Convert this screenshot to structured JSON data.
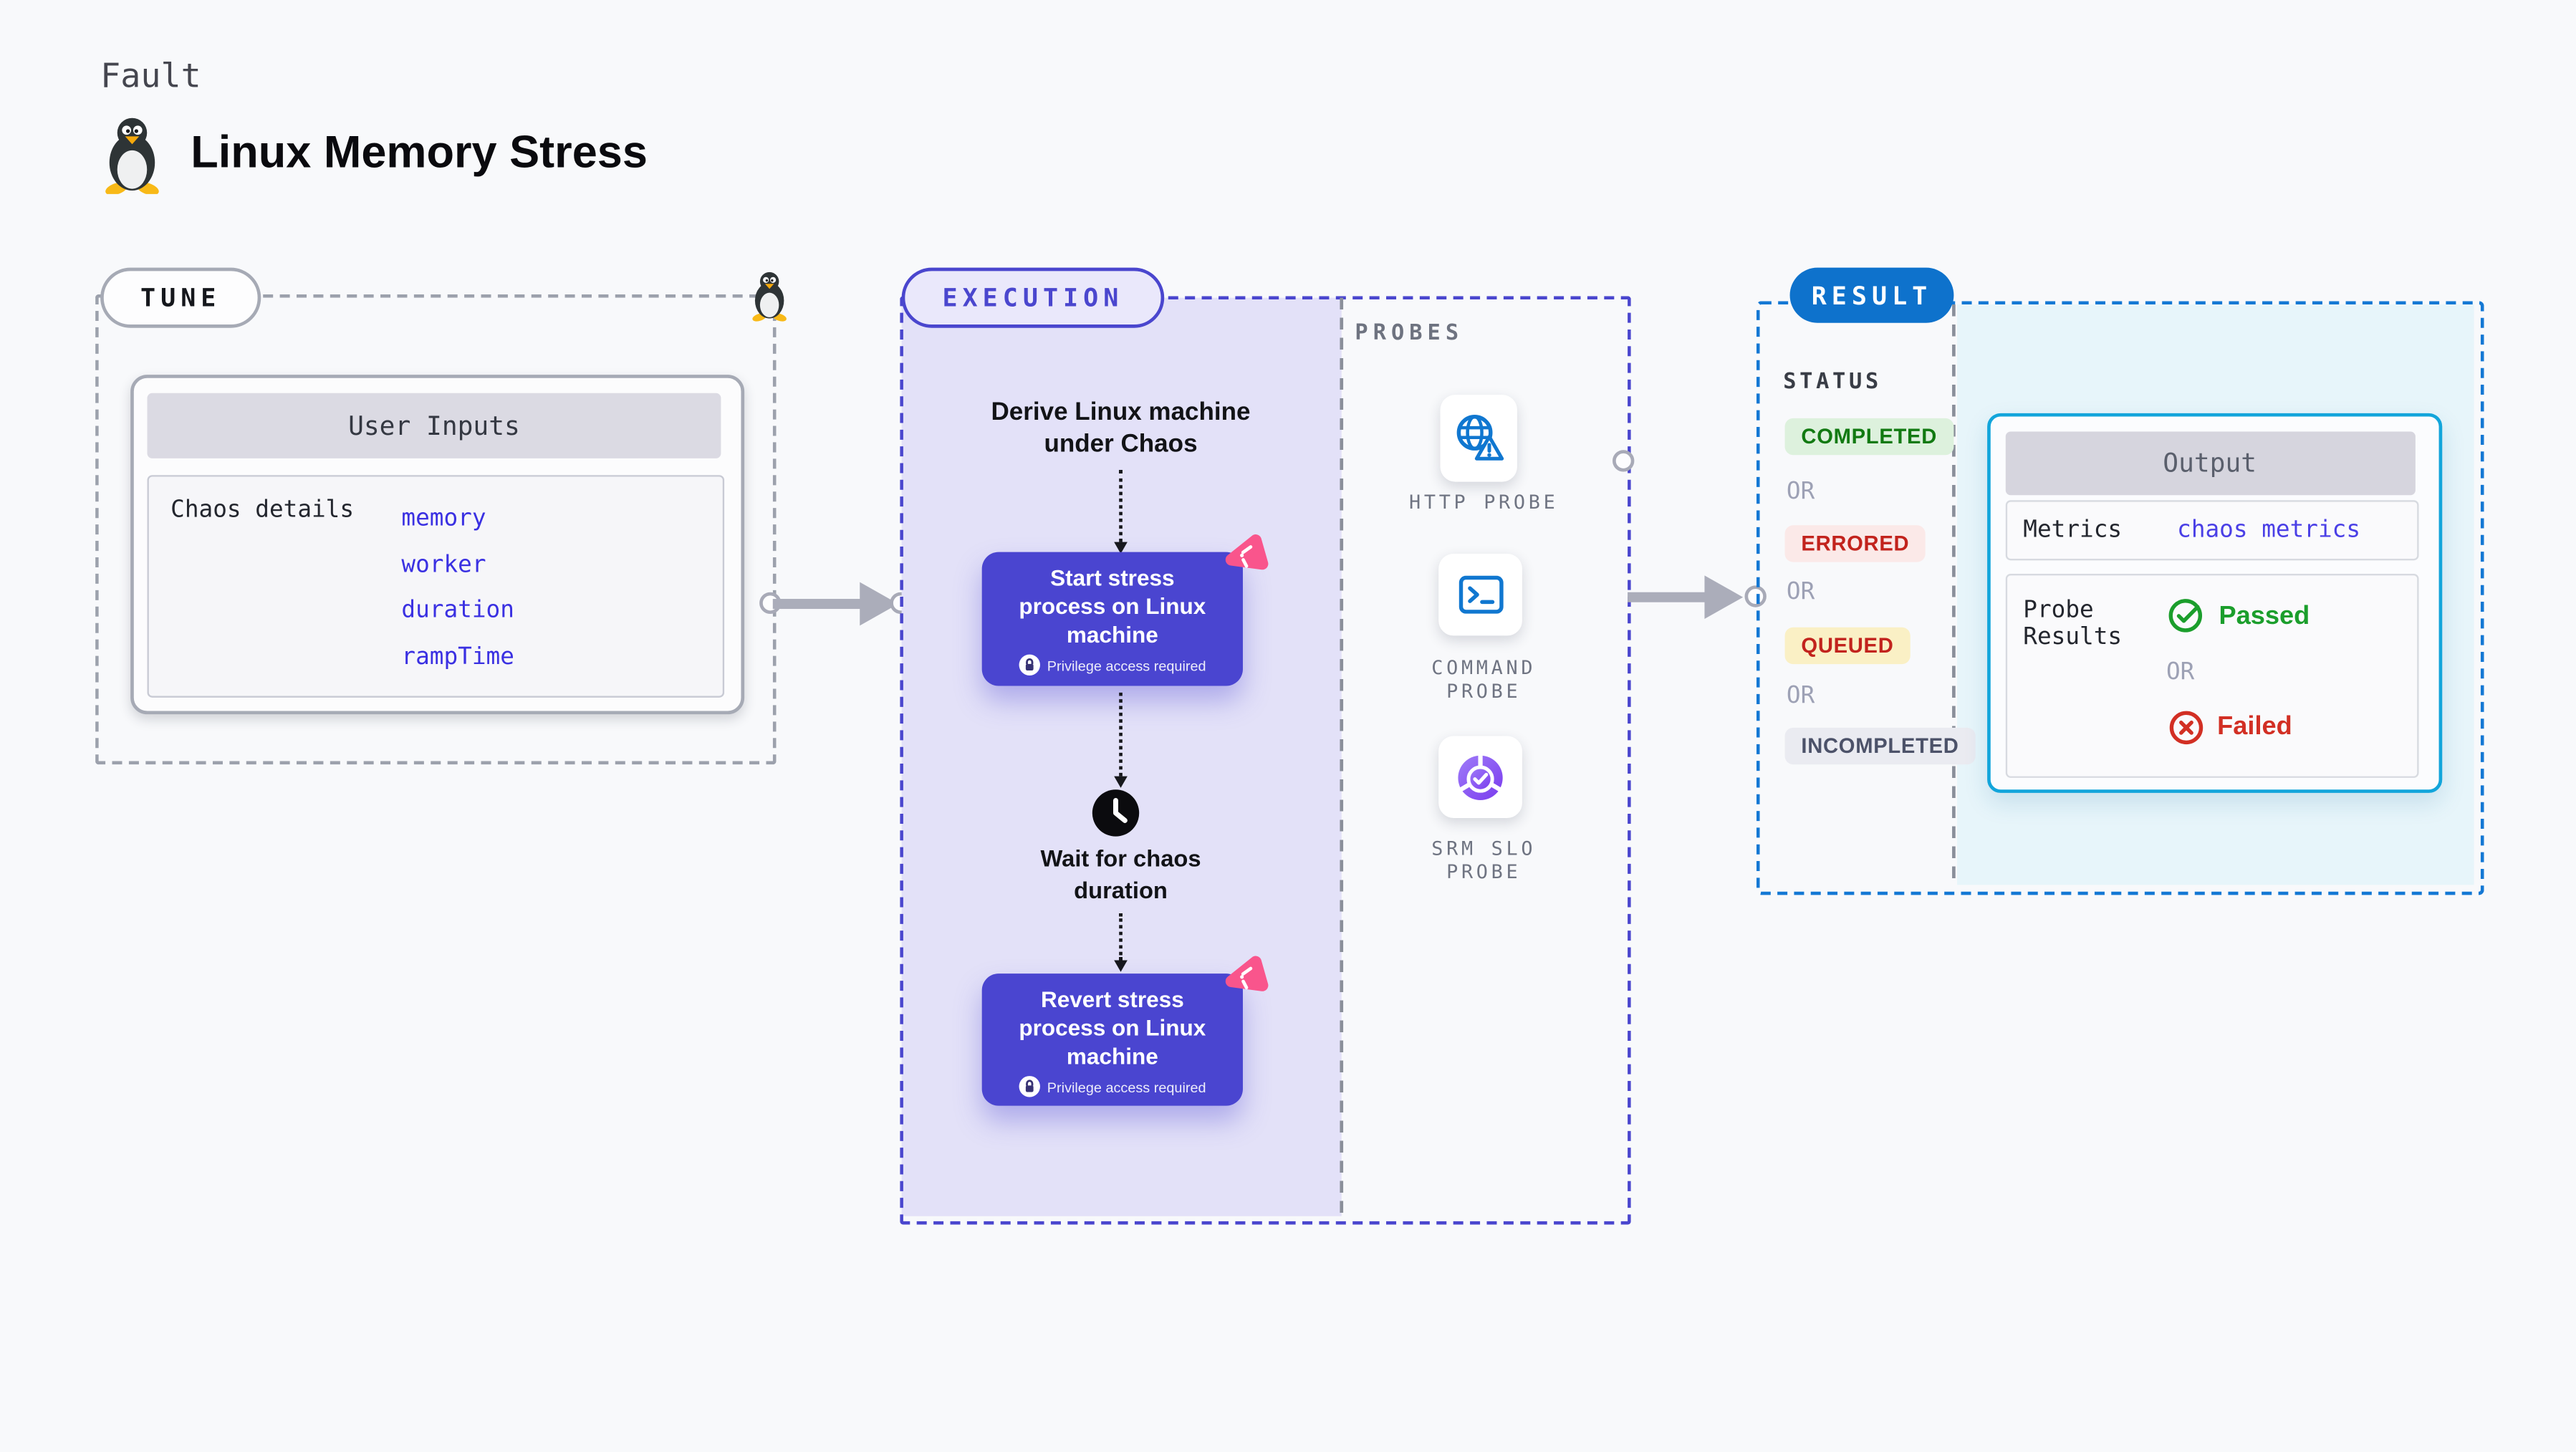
{
  "header": {
    "eyebrow": "Fault",
    "title": "Linux Memory Stress"
  },
  "tune": {
    "badge": "TUNE",
    "card_title": "User Inputs",
    "row_label": "Chaos details",
    "inputs": [
      "memory",
      "worker",
      "duration",
      "rampTime"
    ]
  },
  "execution": {
    "badge": "EXECUTION",
    "derive_lines": [
      "Derive Linux machine",
      "under Chaos"
    ],
    "start_lines": [
      "Start stress",
      "process on Linux",
      "machine"
    ],
    "wait_lines": [
      "Wait for chaos",
      "duration"
    ],
    "revert_lines": [
      "Revert stress",
      "process on Linux",
      "machine"
    ],
    "privilege_note": "Privilege access required"
  },
  "probes": {
    "heading": "PROBES",
    "items": [
      {
        "name": "http-probe",
        "icon": "globe-alert-icon",
        "lines": [
          "HTTP PROBE"
        ]
      },
      {
        "name": "command-probe",
        "icon": "terminal-icon",
        "lines": [
          "COMMAND",
          "PROBE"
        ]
      },
      {
        "name": "srm-slo-probe",
        "icon": "pie-check-icon",
        "lines": [
          "SRM SLO",
          "PROBE"
        ]
      }
    ]
  },
  "result": {
    "badge": "RESULT",
    "status_heading": "STATUS",
    "or_label": "OR",
    "statuses": [
      {
        "label": "COMPLETED",
        "fg": "#127A12",
        "bg": "#DDF1DD"
      },
      {
        "label": "ERRORED",
        "fg": "#C2231D",
        "bg": "#FBE9E8"
      },
      {
        "label": "QUEUED",
        "fg": "#C2231D",
        "bg": "#FAF0C5"
      },
      {
        "label": "INCOMPLETED",
        "fg": "#4C5269",
        "bg": "#EAEBF1"
      }
    ],
    "output": {
      "title": "Output",
      "metrics_label": "Metrics",
      "metrics_link": "chaos metrics",
      "probe_results_lines": [
        "Probe",
        "Results"
      ],
      "passed_label": "Passed",
      "failed_label": "Failed"
    }
  },
  "icons": {
    "title": "penguin-icon",
    "tune_corner": "penguin-icon",
    "http": "globe-alert-icon",
    "command": "terminal-icon",
    "srm": "pie-check-icon",
    "wait": "clock-icon",
    "privilege": "lock-icon",
    "chaos_step": "chaos-triangle-icon",
    "passed": "check-circle-icon",
    "failed": "x-circle-icon"
  },
  "colors": {
    "page_bg": "#F8F9FB",
    "indigo_accent": "#4A46CE",
    "node_bg": "#4A45D0",
    "exec_panel_bg": "#E3E1F8",
    "pink_badge": "#F9558C",
    "probe_blue": "#1077D0",
    "result_blue": "#0E72CC",
    "result_border": "#1478D4",
    "output_border": "#12A5DB",
    "result_panel_bg": "#E7F5FA",
    "code_blue": "#3A30E2",
    "link_blue": "#4A3FE6",
    "passed_green": "#1B9E2C",
    "failed_red": "#D22F24",
    "arrow_gray": "#ABADBA"
  }
}
